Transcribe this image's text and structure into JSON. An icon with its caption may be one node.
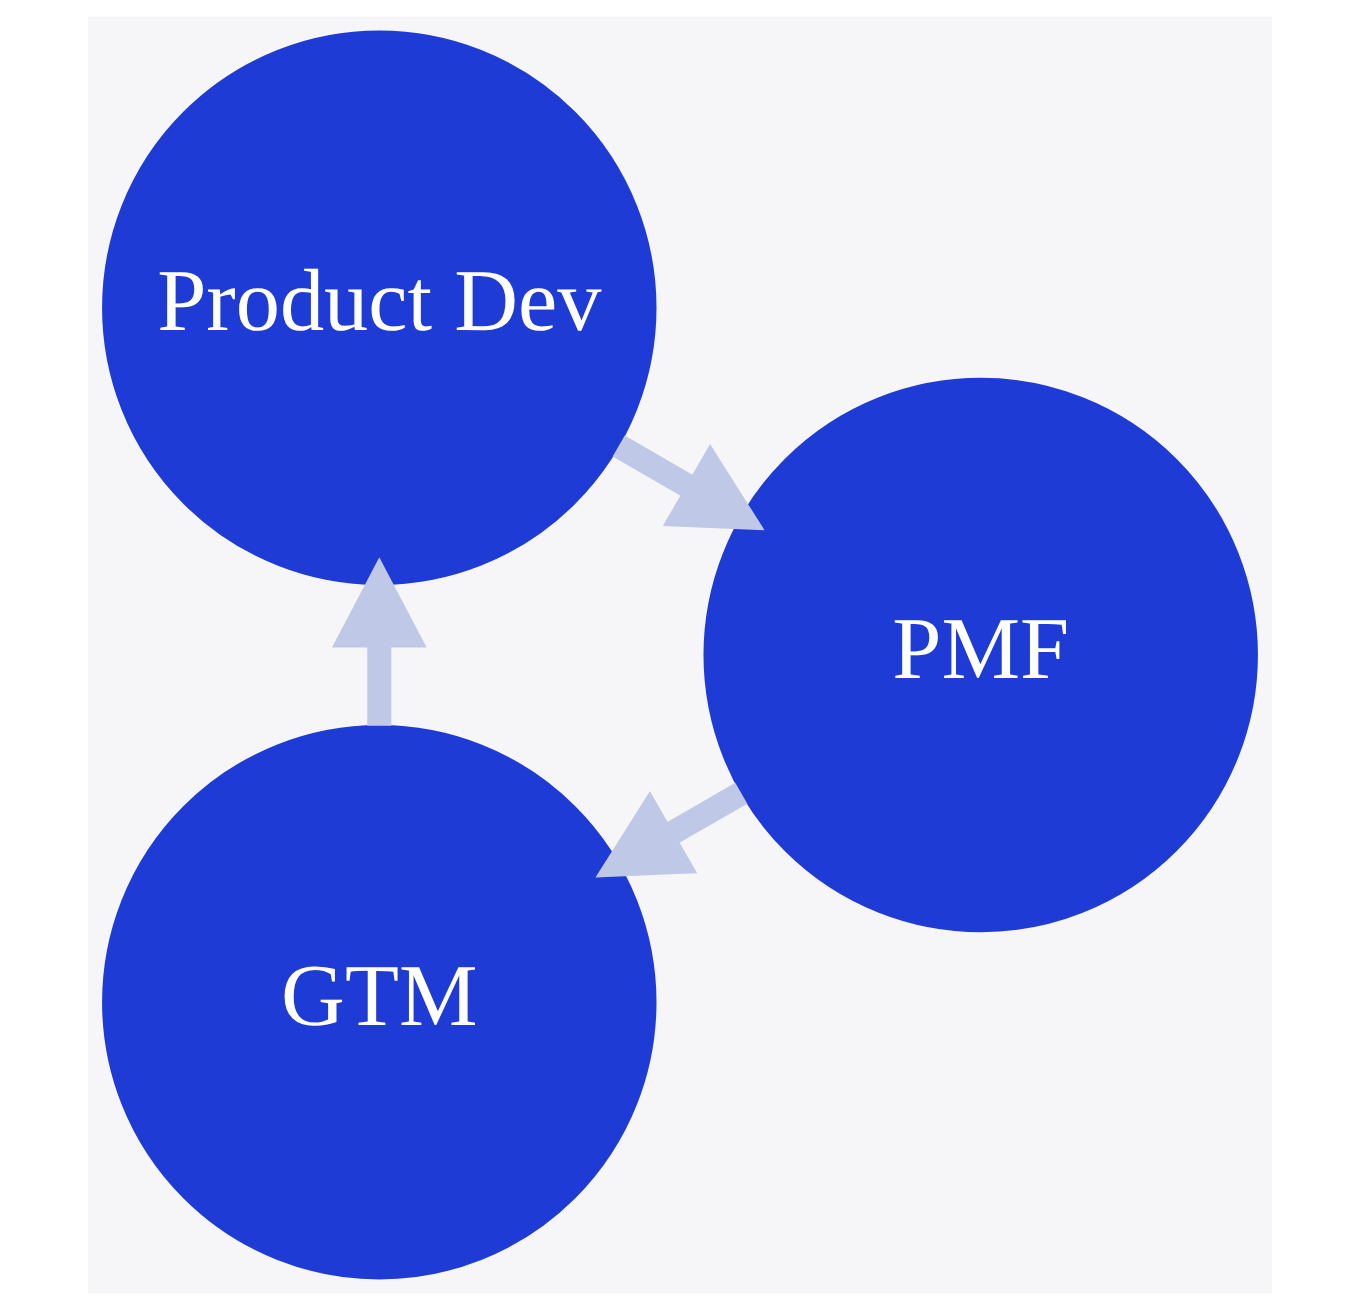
{
  "diagram": {
    "nodes": [
      {
        "text": [
          "GTM"
        ]
      },
      {
        "text": [
          "Product Dev"
        ]
      },
      {
        "text": [
          "PMF"
        ]
      }
    ],
    "edges": [
      {
        "from": 0,
        "to": 1,
        "arrow": "to"
      },
      {
        "from": 1,
        "to": 2,
        "arrow": "to"
      },
      {
        "from": 2,
        "to": 0,
        "arrow": "to"
      }
    ]
  }
}
